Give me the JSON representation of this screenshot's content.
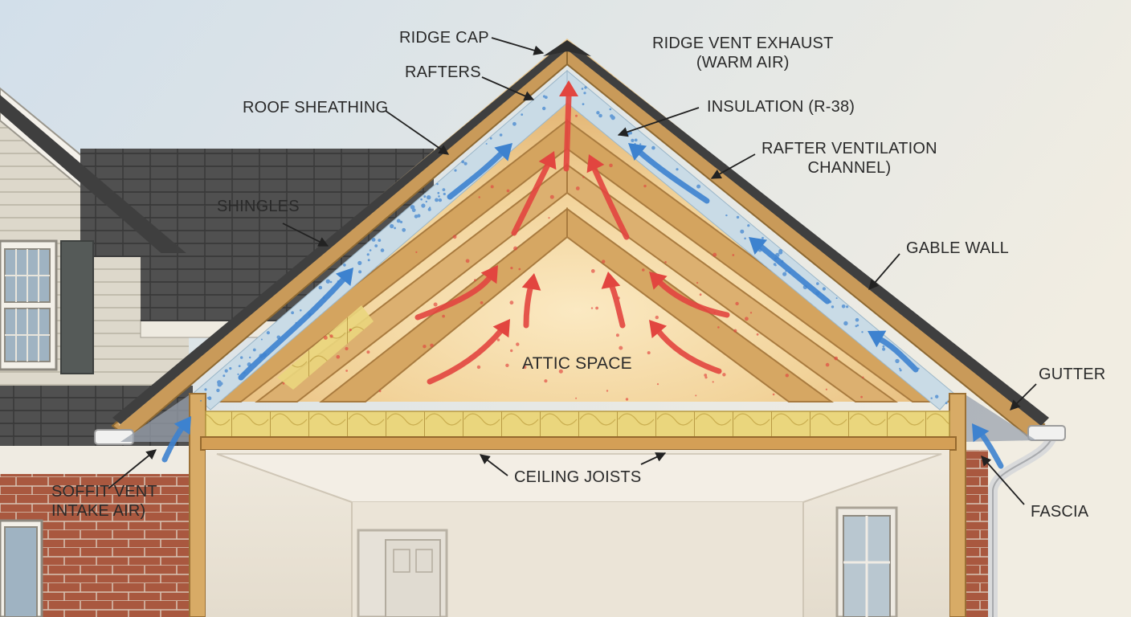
{
  "labels": {
    "ridge_cap": "RIDGE CAP",
    "ridge_vent_line1": "RIDGE VENT EXHAUST",
    "ridge_vent_line2": "(WARM AIR)",
    "rafters": "RAFTERS",
    "roof_sheathing": "ROOF SHEATHING",
    "insulation": "INSULATION (R-38)",
    "rafter_vent_line1": "RAFTER VENTILATION",
    "rafter_vent_line2": "CHANNEL)",
    "shingles": "SHINGLES",
    "gable_wall": "GABLE WALL",
    "attic_space": "ATTIC SPACE",
    "gutter": "GUTTER",
    "soffit_line1": "SOFFIT VENT",
    "soffit_line2": "INTAKE AIR)",
    "ceiling_joists": "CEILING JOISTS",
    "fascia": "FASCIA"
  },
  "colors": {
    "warm_air": "#e2453f",
    "cool_air": "#3d82cf",
    "lumber": "#d9ad6c",
    "insulation": "#e9d57c",
    "sky": "#dfe7ee",
    "brick": "#a0533f",
    "shingle": "#4b4b4b",
    "siding": "#ddd8cb"
  }
}
